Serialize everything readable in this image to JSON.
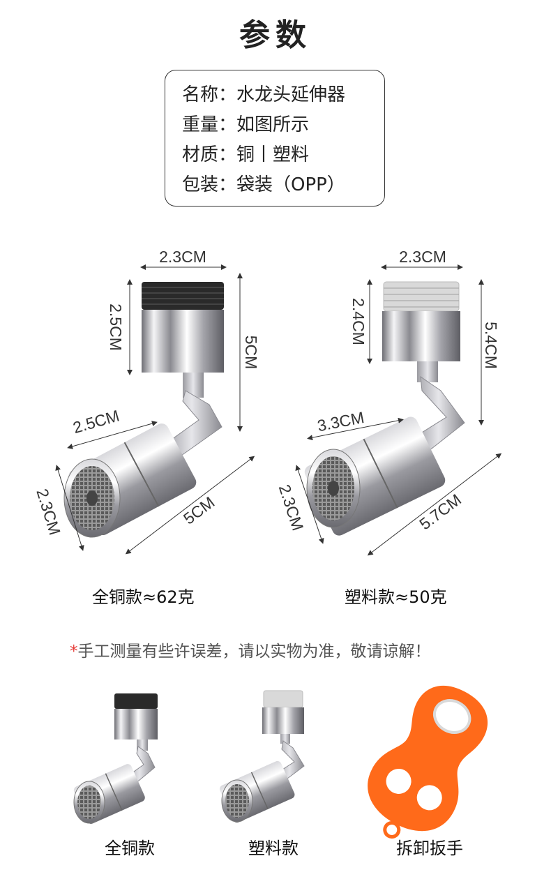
{
  "page_title": "参数",
  "specs": [
    {
      "label": "名称",
      "value": "水龙头延伸器"
    },
    {
      "label": "重量",
      "value": "如图所示"
    },
    {
      "label": "材质",
      "value": "铜丨塑料"
    },
    {
      "label": "包装",
      "value": "袋装（OPP）"
    }
  ],
  "products": [
    {
      "caption": "全铜款≈62克",
      "dims": {
        "top_width": "2.3CM",
        "top_height": "2.5CM",
        "total_height": "5CM",
        "head_width": "2.5CM",
        "head_diameter": "2.3CM",
        "head_length": "5CM"
      },
      "cap_color": "#222222"
    },
    {
      "caption": "塑料款≈50克",
      "dims": {
        "top_width": "2.3CM",
        "top_height": "2.4CM",
        "total_height": "5.4CM",
        "head_width": "3.3CM",
        "head_diameter": "2.3CM",
        "head_length": "5.7CM"
      },
      "cap_color": "#d9d9d9"
    }
  ],
  "note": {
    "star": "*",
    "text": "手工测量有些许误差，请以实物为准，敬请谅解！"
  },
  "bottom_items": [
    {
      "label": "全铜款"
    },
    {
      "label": "塑料款"
    },
    {
      "label": "拆卸扳手"
    }
  ],
  "colors": {
    "chrome": "#c8c8cc",
    "wrench": "#ff6a1a",
    "note_star": "#e53935"
  }
}
